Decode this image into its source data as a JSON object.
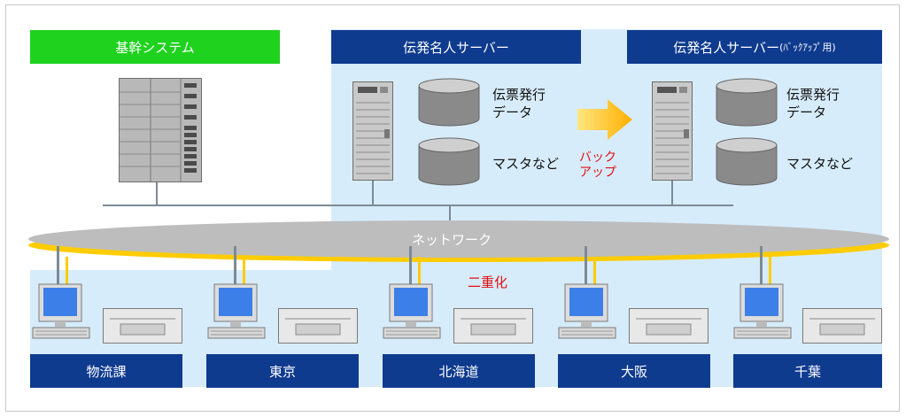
{
  "systems": {
    "core": "基幹システム",
    "server": "伝発名人サーバー",
    "backup_server_main": "伝発名人サーバー",
    "backup_server_suffix": "(ﾊﾞｯｸｱｯﾌﾟ用)"
  },
  "databases": {
    "slip_data_line1": "伝票発行",
    "slip_data_line2": "データ",
    "master": "マスタなど"
  },
  "backup_label_line1": "バック",
  "backup_label_line2": "アップ",
  "network_label": "ネットワーク",
  "duplex_label": "二重化",
  "offices": [
    "物流課",
    "東京",
    "北海道",
    "大阪",
    "千葉"
  ],
  "colors": {
    "header_blue": "#0f3b8f",
    "header_green": "#1ed21e",
    "zone_light_blue": "#d7ecfb",
    "network_gray": "#bdbdbd",
    "redundant_line": "#ffcc00",
    "arrow": "#ffc000",
    "red_text": "#e01010"
  }
}
